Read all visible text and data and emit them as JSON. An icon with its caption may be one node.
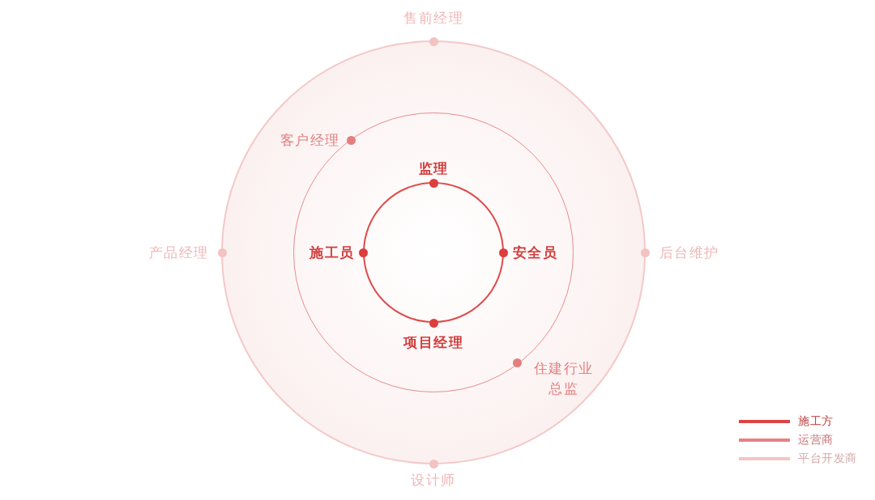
{
  "diagram": {
    "nodes": [
      {
        "text": [],
        "shape": "circle"
      },
      {
        "text": [],
        "shape": "circle",
        "in": 0
      },
      {
        "text": [],
        "shape": "circle",
        "in": 1
      },
      {
        "text": [],
        "shape": "circle",
        "beside": [
          "售前经理"
        ]
      },
      {
        "text": [],
        "shape": "circle",
        "beside": [
          "客户经理"
        ],
        "in": 1
      },
      {
        "text": [],
        "shape": "circle",
        "beside": [
          "监理"
        ],
        "in": 1
      },
      {
        "text": [],
        "shape": "circle",
        "beside": [
          "产品经理"
        ]
      },
      {
        "text": [],
        "shape": "circle",
        "beside": [
          "施工员"
        ],
        "in": 1
      },
      {
        "text": [],
        "shape": "circle",
        "beside": [
          "安全员"
        ],
        "in": 1
      },
      {
        "text": [],
        "shape": "circle",
        "beside": [
          "后台维护"
        ]
      },
      {
        "text": [],
        "shape": "circle",
        "beside": [
          "项目经理"
        ],
        "in": 1
      },
      {
        "text": [],
        "shape": "circle",
        "beside": [
          "住建行业总监"
        ],
        "in": 1
      },
      {
        "text": [],
        "shape": "circle",
        "beside": [
          "设计师"
        ]
      }
    ],
    "legend": [
      {
        "text": "施工方",
        "color": "#dc4444"
      },
      {
        "text": "运营商",
        "color": "#e88080"
      },
      {
        "text": "平台开发商",
        "color": "#f4c4c4"
      }
    ]
  }
}
